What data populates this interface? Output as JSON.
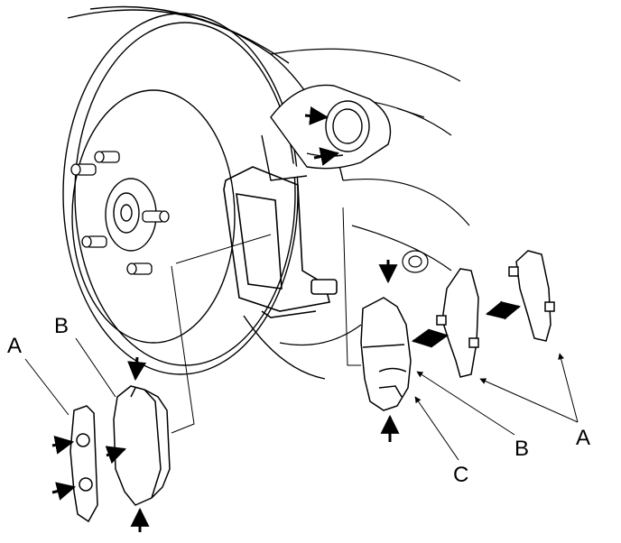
{
  "callouts": {
    "left_a": "A",
    "left_b": "B",
    "right_c": "C",
    "right_b": "B",
    "right_a": "A"
  }
}
